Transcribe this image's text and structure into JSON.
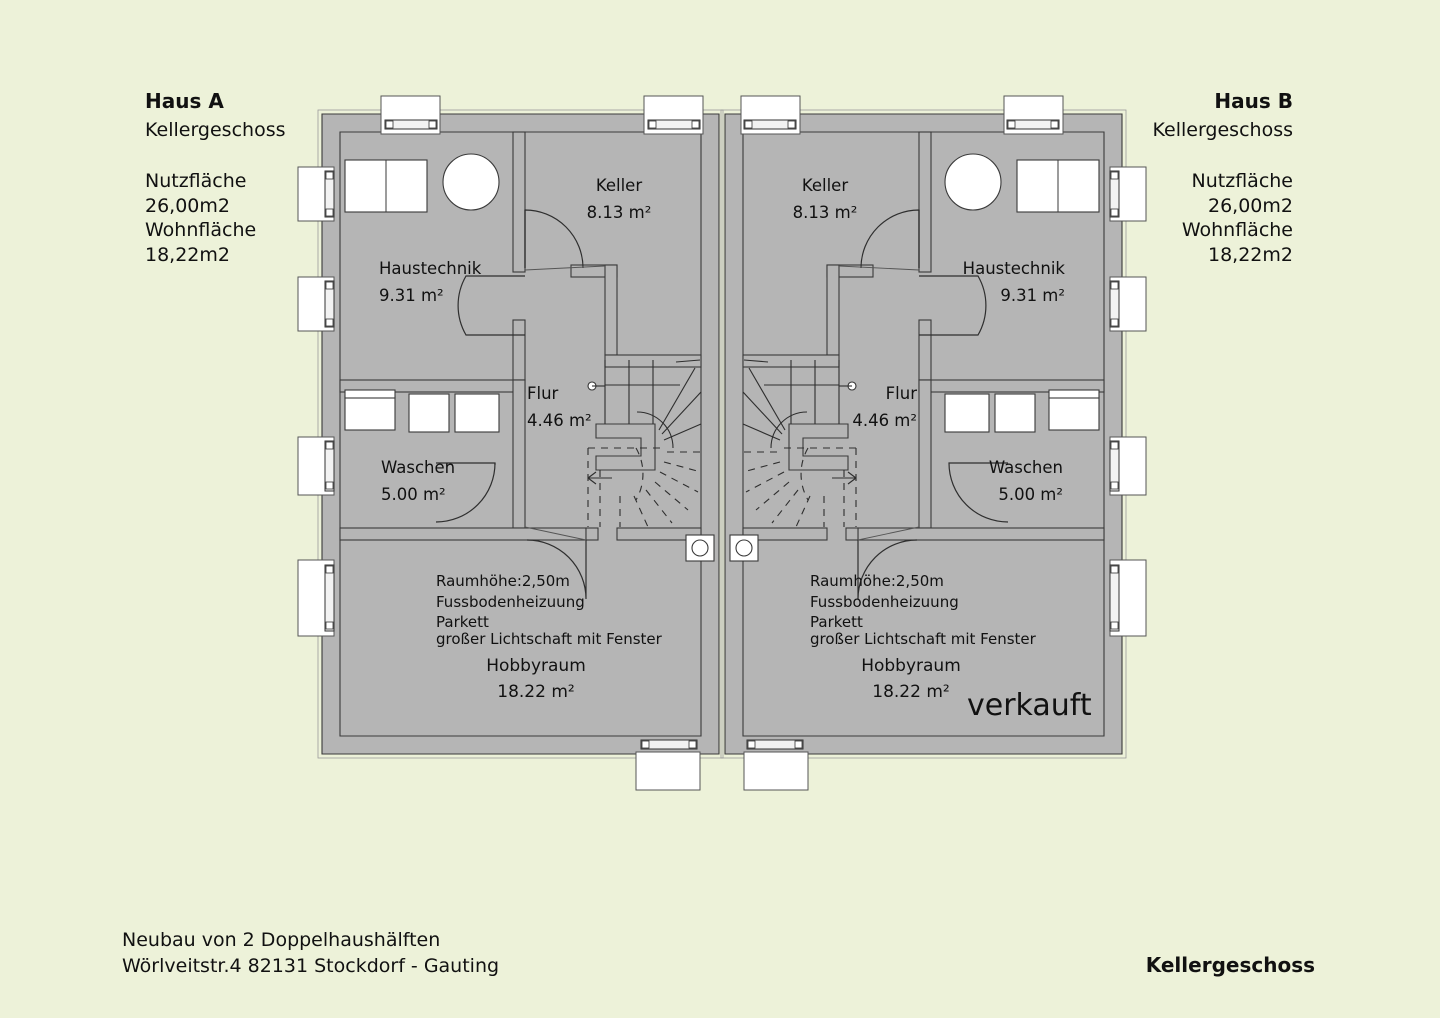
{
  "document": {
    "background_color": "#edf2d9",
    "wall_color": "#b5b5b5",
    "floor_color": "#ffffff",
    "ink_color": "#111111"
  },
  "house_a": {
    "title": "Haus A",
    "floor": "Kellergeschoss",
    "spec_label_1": "Nutzfläche",
    "spec_value_1": "26,00m2",
    "spec_label_2": "Wohnfläche",
    "spec_value_2": "18,22m2"
  },
  "house_b": {
    "title": "Haus B",
    "floor": "Kellergeschoss",
    "spec_label_1": "Nutzfläche",
    "spec_value_1": "26,00m2",
    "spec_label_2": "Wohnfläche",
    "spec_value_2": "18,22m2"
  },
  "rooms_left": {
    "keller_name": "Keller",
    "keller_area": "8.13 m²",
    "haustechnik_name": "Haustechnik",
    "haustechnik_area": "9.31 m²",
    "flur_name": "Flur",
    "flur_area": "4.46 m²",
    "waschen_name": "Waschen",
    "waschen_area": "5.00 m²",
    "hobby_name": "Hobbyraum",
    "hobby_area": "18.22 m²",
    "note_1": "Raumhöhe:2,50m",
    "note_2": "Fussbodenheizuung",
    "note_3": "Parkett",
    "note_4": "großer Lichtschaft mit Fenster"
  },
  "rooms_right": {
    "keller_name": "Keller",
    "keller_area": "8.13 m²",
    "haustechnik_name": "Haustechnik",
    "haustechnik_area": "9.31 m²",
    "flur_name": "Flur",
    "flur_area": "4.46 m²",
    "waschen_name": "Waschen",
    "waschen_area": "5.00 m²",
    "hobby_name": "Hobbyraum",
    "hobby_area": "18.22 m²",
    "note_1": "Raumhöhe:2,50m",
    "note_2": "Fussbodenheizuung",
    "note_3": "Parkett",
    "note_4": "großer Lichtschaft mit Fenster"
  },
  "status": {
    "sold_stamp": "verkauft"
  },
  "footer": {
    "line_1": "Neubau von 2 Doppelhaushälften",
    "line_2": "Wörlveitstr.4  82131 Stockdorf - Gauting",
    "sheet_title": "Kellergeschoss"
  }
}
